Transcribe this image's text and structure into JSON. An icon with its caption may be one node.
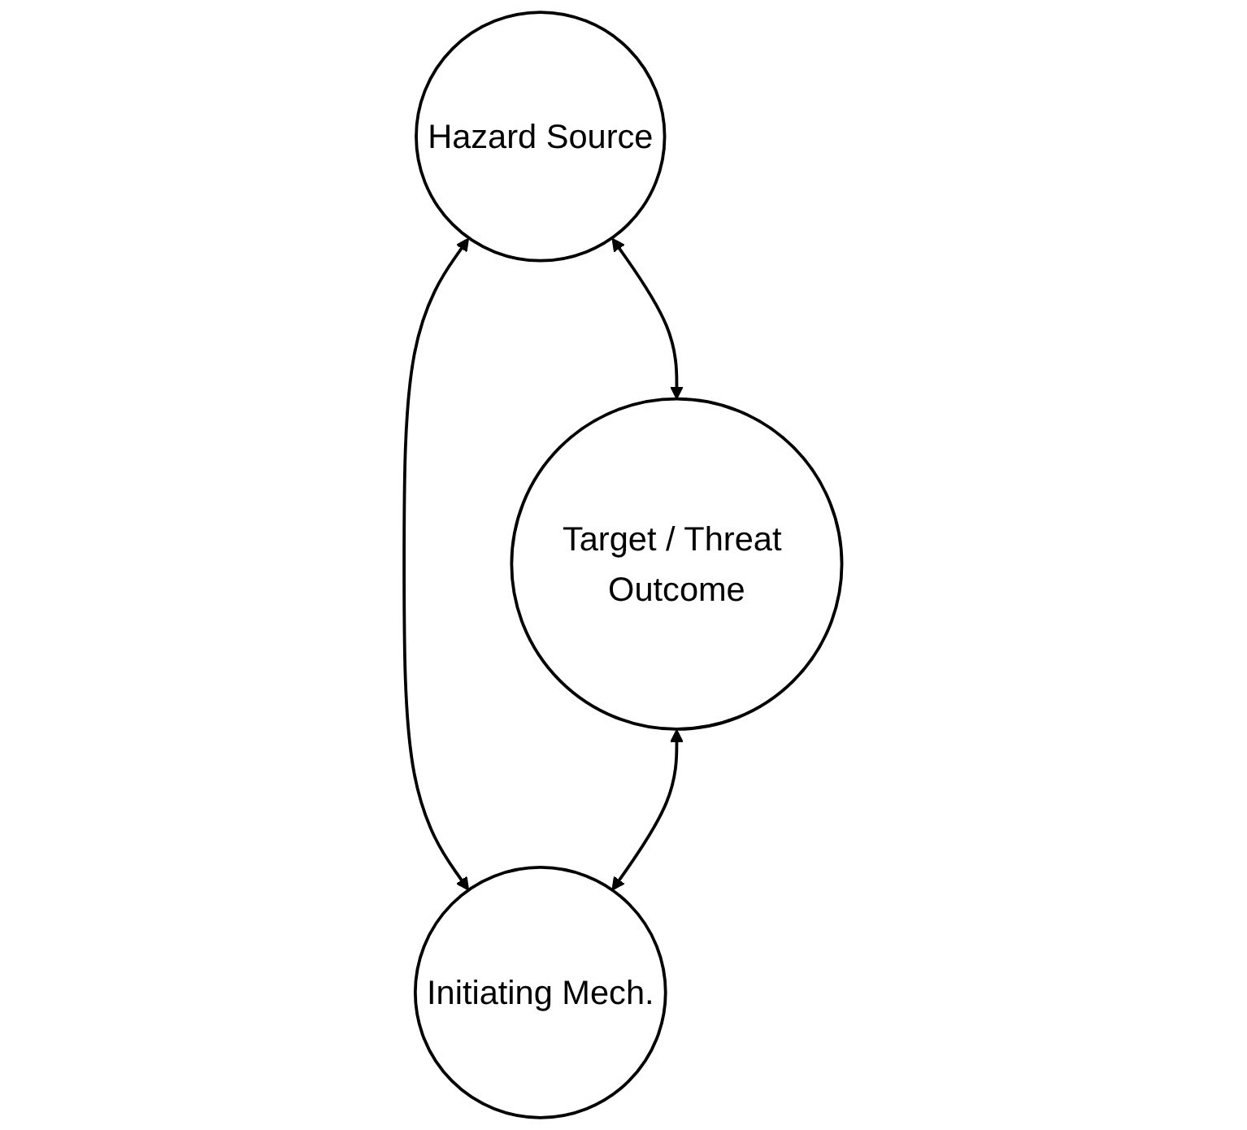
{
  "diagram": {
    "nodes": [
      {
        "text": [
          "Hazard Source"
        ]
      },
      {
        "text": [
          "Target / Threat Outcome"
        ]
      },
      {
        "text": [
          "Initiating Mech."
        ]
      }
    ],
    "edges": [
      {
        "from": 0,
        "to": 1,
        "arrow": "both"
      },
      {
        "from": 0,
        "to": 2,
        "arrow": "both"
      },
      {
        "from": 1,
        "to": 2,
        "arrow": "both"
      }
    ]
  }
}
